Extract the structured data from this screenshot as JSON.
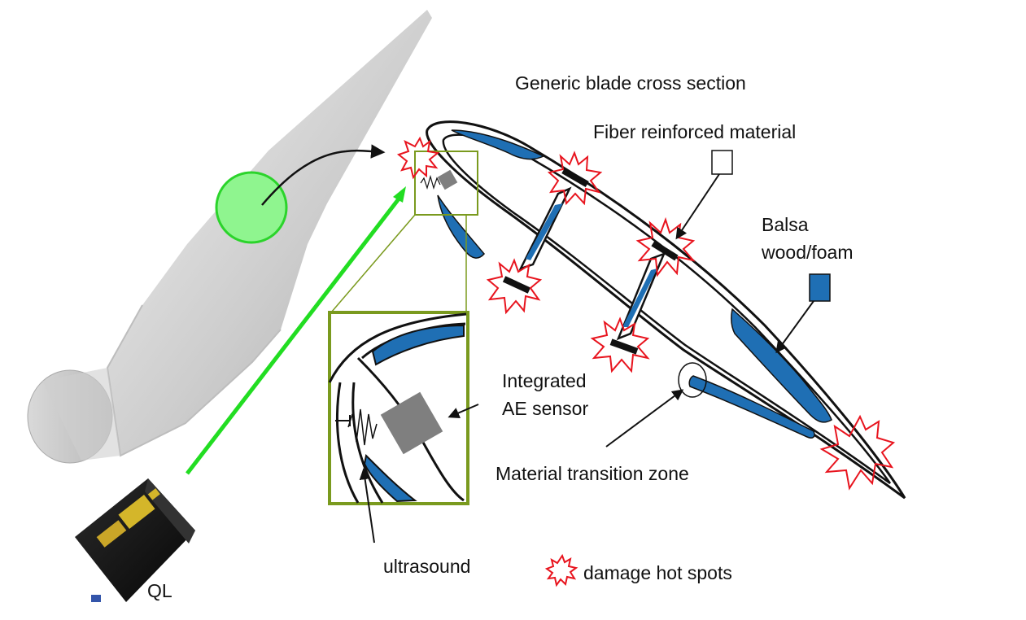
{
  "labels": {
    "title": "Generic blade cross section",
    "fiber": "Fiber reinforced material",
    "balsa_line1": "Balsa",
    "balsa_line2": "wood/foam",
    "sensor_line1": "Integrated",
    "sensor_line2": "AE sensor",
    "transition": "Material transition zone",
    "ultrasound": "ultrasound",
    "hotspots_legend": "damage hot spots",
    "device": "QL"
  },
  "colors": {
    "balsa_fill": "#1f6fb4",
    "fiber_fill": "#ffffff",
    "shell_stroke": "#111111",
    "zoom_frame": "#7a9a1e",
    "laser_beam": "#22dd22",
    "inspection_spot": "#8ff58f",
    "hotspot_stroke": "#e8141e",
    "blade_body": "#c8c8c8",
    "sensor_block": "#7f7f7f",
    "device_body": "#111111",
    "device_plate": "#d4b62a"
  },
  "icons": [
    "wind-turbine-blade",
    "inspection-spot",
    "laser-device",
    "damage-star-icon",
    "ae-sensor",
    "ultrasound-wave",
    "zoom-frame"
  ]
}
